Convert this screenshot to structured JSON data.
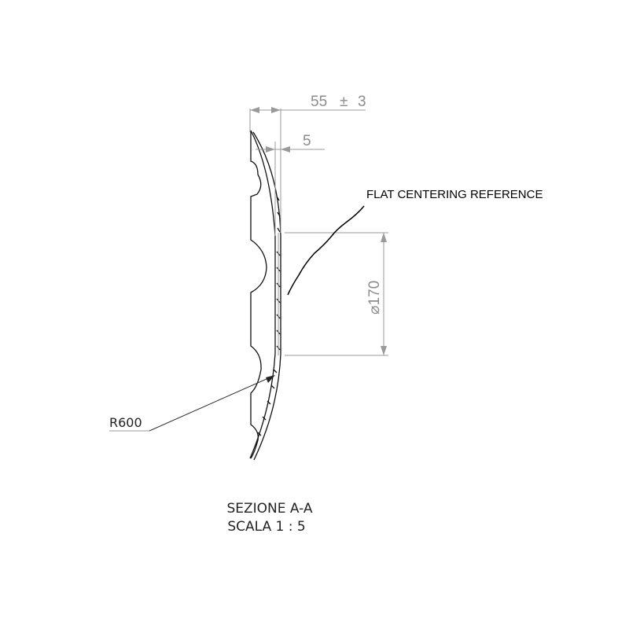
{
  "dimensions": {
    "overall_depth": "55",
    "overall_tol": "±",
    "overall_tol_value": "3",
    "offset": "5",
    "diameter": "⌀170",
    "radius": "R600"
  },
  "note": "FLAT CENTERING REFERENCE",
  "section": {
    "title": "SEZIONE A-A",
    "scale": "SCALA 1 : 5"
  }
}
